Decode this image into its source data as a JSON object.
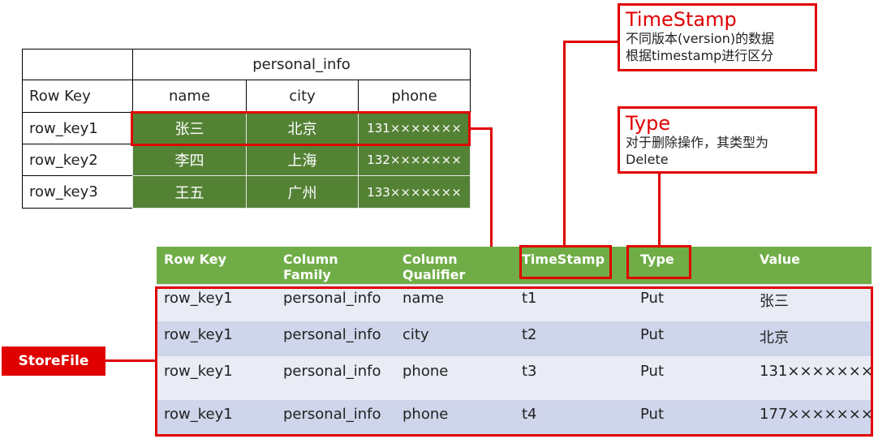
{
  "logical_table": {
    "column_family": "personal_info",
    "headers": [
      "Row Key",
      "name",
      "city",
      "phone"
    ],
    "rows": [
      {
        "row_key": "row_key1",
        "name": "张三",
        "city": "北京",
        "phone": "131×××××××"
      },
      {
        "row_key": "row_key2",
        "name": "李四",
        "city": "上海",
        "phone": "132×××××××"
      },
      {
        "row_key": "row_key3",
        "name": "王五",
        "city": "广州",
        "phone": "133×××××××"
      }
    ]
  },
  "callouts": {
    "timestamp": {
      "title": "TimeStamp",
      "line1": "不同版本(version)的数据",
      "line2": "根据timestamp进行区分"
    },
    "type": {
      "title": "Type",
      "line1": "对于删除操作，其类型为",
      "line2": "Delete"
    }
  },
  "storefile": {
    "label": "StoreFile",
    "headers": {
      "row_key": "Row Key",
      "column_family_1": "Column",
      "column_family_2": "Family",
      "column_qualifier_1": "Column",
      "column_qualifier_2": "Qualifier",
      "timestamp": "TimeStamp",
      "type": "Type",
      "value": "Value"
    },
    "rows": [
      {
        "row_key": "row_key1",
        "family": "personal_info",
        "qualifier": "name",
        "timestamp": "t1",
        "type": "Put",
        "value": "张三"
      },
      {
        "row_key": "row_key1",
        "family": "personal_info",
        "qualifier": "city",
        "timestamp": "t2",
        "type": "Put",
        "value": "北京"
      },
      {
        "row_key": "row_key1",
        "family": "personal_info",
        "qualifier": "phone",
        "timestamp": "t3",
        "type": "Put",
        "value": "131×××××××"
      },
      {
        "row_key": "row_key1",
        "family": "personal_info",
        "qualifier": "phone",
        "timestamp": "t4",
        "type": "Put",
        "value": "177×××××××"
      }
    ]
  },
  "colors": {
    "accent_red": "#e00000",
    "header_green": "#70ad47",
    "cell_green": "#548235",
    "row_light": "#e9ebf5",
    "row_dark": "#cfd5ea"
  }
}
